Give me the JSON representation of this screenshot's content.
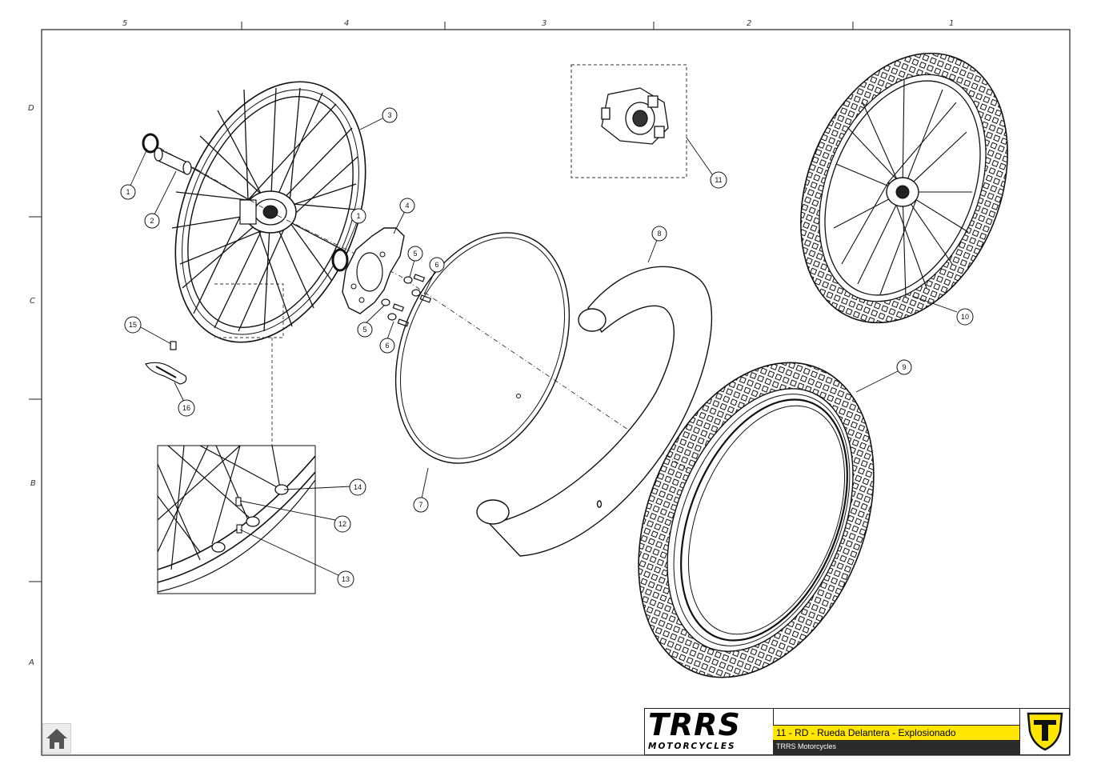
{
  "frame": {
    "columns": [
      "5",
      "4",
      "3",
      "2",
      "1"
    ],
    "rows": [
      "D",
      "C",
      "B",
      "A"
    ]
  },
  "callouts": {
    "c1a": "1",
    "c2": "2",
    "c3": "3",
    "c1b": "1",
    "c4": "4",
    "c5a": "5",
    "c6a": "6",
    "c5b": "5",
    "c6b": "6",
    "c7": "7",
    "c8": "8",
    "c9": "9",
    "c10": "10",
    "c11": "11",
    "c12": "12",
    "c13": "13",
    "c14": "14",
    "c15": "15",
    "c16": "16"
  },
  "title_block": {
    "logo_text": "TRRS",
    "logo_subtext": "MOTORCYCLES",
    "drawing_title": "11 - RD - Rueda Delantera - Explosionado",
    "company": "TRRS Motorcycles"
  },
  "colors": {
    "title_bar": "#ffe600",
    "company_bar": "#2b2b2b",
    "emblem": "#ffe600"
  },
  "icons": {
    "home": "home-icon",
    "emblem": "trrs-shield-emblem"
  }
}
